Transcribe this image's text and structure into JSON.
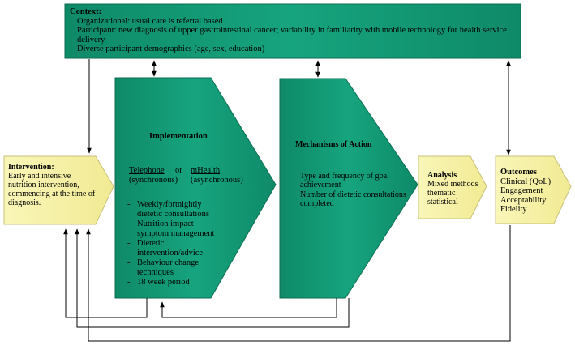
{
  "context": {
    "title": "Context:",
    "lines": [
      "Organizational: usual care is referral based",
      "Participant: new diagnosis of upper gastrointestinal cancer; variability in familiarity with mobile technology for health service delivery",
      "Diverse participant demographics (age, sex, education)"
    ]
  },
  "implementation": {
    "title": "Implementation",
    "telephone": "Telephone",
    "or_label": "or",
    "mhealth": "mHealth",
    "synchronous": "(synchronous)",
    "asynchronous": "(asynchronous)",
    "items": [
      "Weekly/fortnightly dietetic consultations",
      "Nutrition impact symptom management",
      "Dietetic intervention/advice",
      "Behaviour change techniques",
      "18 week period"
    ]
  },
  "mechanisms": {
    "title": "Mechanisms of Action",
    "items": [
      "Type and frequency of goal achievement",
      "Number of dietetic consultations completed"
    ]
  },
  "intervention": {
    "title": "Intervention:",
    "body": "Early and intensive nutrition intervention, commencing at the time of diagnosis."
  },
  "analysis": {
    "title": "Analysis",
    "lines": [
      "Mixed methods",
      "thematic",
      "statistical"
    ]
  },
  "outcomes": {
    "title": "Outcomes",
    "lines": [
      "Clinical (QoL)",
      "Engagement",
      "Acceptability",
      "Fidelity"
    ]
  },
  "colors": {
    "green": "#14a07a",
    "green_dark": "#0c6e52",
    "yellow": "#f7f2a6",
    "yellow_dark": "#c9c07a"
  }
}
